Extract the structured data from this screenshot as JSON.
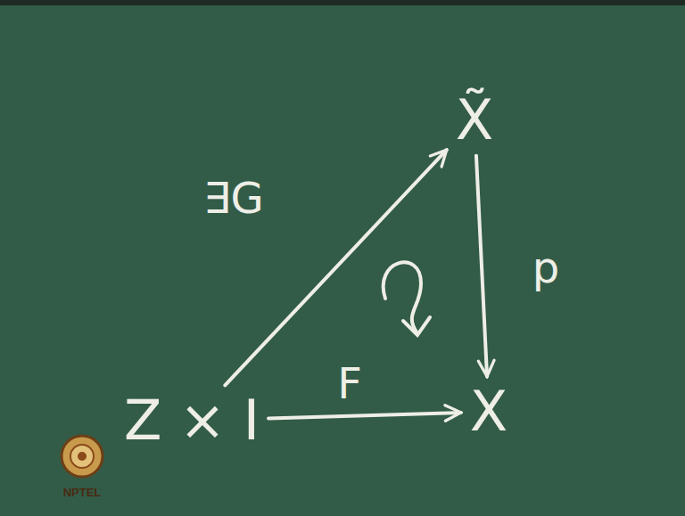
{
  "diagram": {
    "nodes": [
      {
        "text": [
          "X̃"
        ]
      },
      {
        "text": [
          "Z × I"
        ]
      },
      {
        "text": [
          "X"
        ]
      }
    ],
    "edges": [
      {
        "from": 1,
        "to": 0,
        "arrow": "to",
        "label": "∃G"
      },
      {
        "from": 0,
        "to": 2,
        "arrow": "to",
        "label": "p"
      },
      {
        "from": 1,
        "to": 2,
        "arrow": "to",
        "label": "F"
      }
    ],
    "labels": [
      "NPTEL"
    ]
  }
}
